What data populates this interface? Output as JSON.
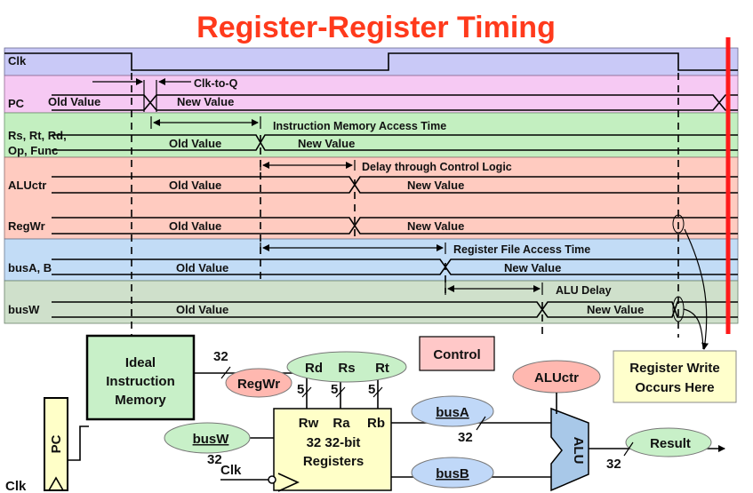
{
  "title": "Register-Register Timing",
  "rows": {
    "clk": "Clk",
    "pc": "PC",
    "rs_line1": "Rs, Rt, Rd,",
    "rs_line2": "Op, Func",
    "aluctr": "ALUctr",
    "regwr": "RegWr",
    "busab": "busA, B",
    "busw": "busW"
  },
  "values": {
    "old": "Old Value",
    "new": "New Value"
  },
  "annotations": {
    "clk_to_q": "Clk-to-Q",
    "imem_access": "Instruction Memory Access Time",
    "control_delay": "Delay through Control Logic",
    "regfile_access": "Register File Access Time",
    "alu_delay": "ALU Delay"
  },
  "datapath": {
    "imem_line1": "Ideal",
    "imem_line2": "Instruction",
    "imem_line3": "Memory",
    "control": "Control",
    "reg_write_line1": "Register Write",
    "reg_write_line2": "Occurs Here",
    "regwr": "RegWr",
    "aluctr": "ALUctr",
    "rd": "Rd",
    "rs": "Rs",
    "rt": "Rt",
    "width_32": "32",
    "width_5": "5",
    "rw": "Rw",
    "ra": "Ra",
    "rb": "Rb",
    "regfile_line1": "32 32-bit",
    "regfile_line2": "Registers",
    "busa": "busA",
    "busb": "busB",
    "busw": "busW",
    "alu": "ALU",
    "result": "Result",
    "pc": "PC",
    "clk": "Clk"
  },
  "colors": {
    "title": "#ff3a1c",
    "clk_band": "#c9c9f7",
    "pc_band": "#f6c9f3",
    "instr_band": "#c3efc0",
    "control_band": "#ffcbc0",
    "bus_band": "#c2dcf6",
    "busw_band": "#cfe0cb",
    "write_marker": "#ff1a1a",
    "imem_fill": "#c8f0c8",
    "control_fill": "#ffc8c8",
    "oval_red": "#ffb8b0",
    "oval_green": "#c8f0c8",
    "oval_blue": "#c0d8f8",
    "regfile_fill": "#ffffc8",
    "note_fill": "#ffffcc",
    "alu_fill": "#a8c8e8"
  }
}
